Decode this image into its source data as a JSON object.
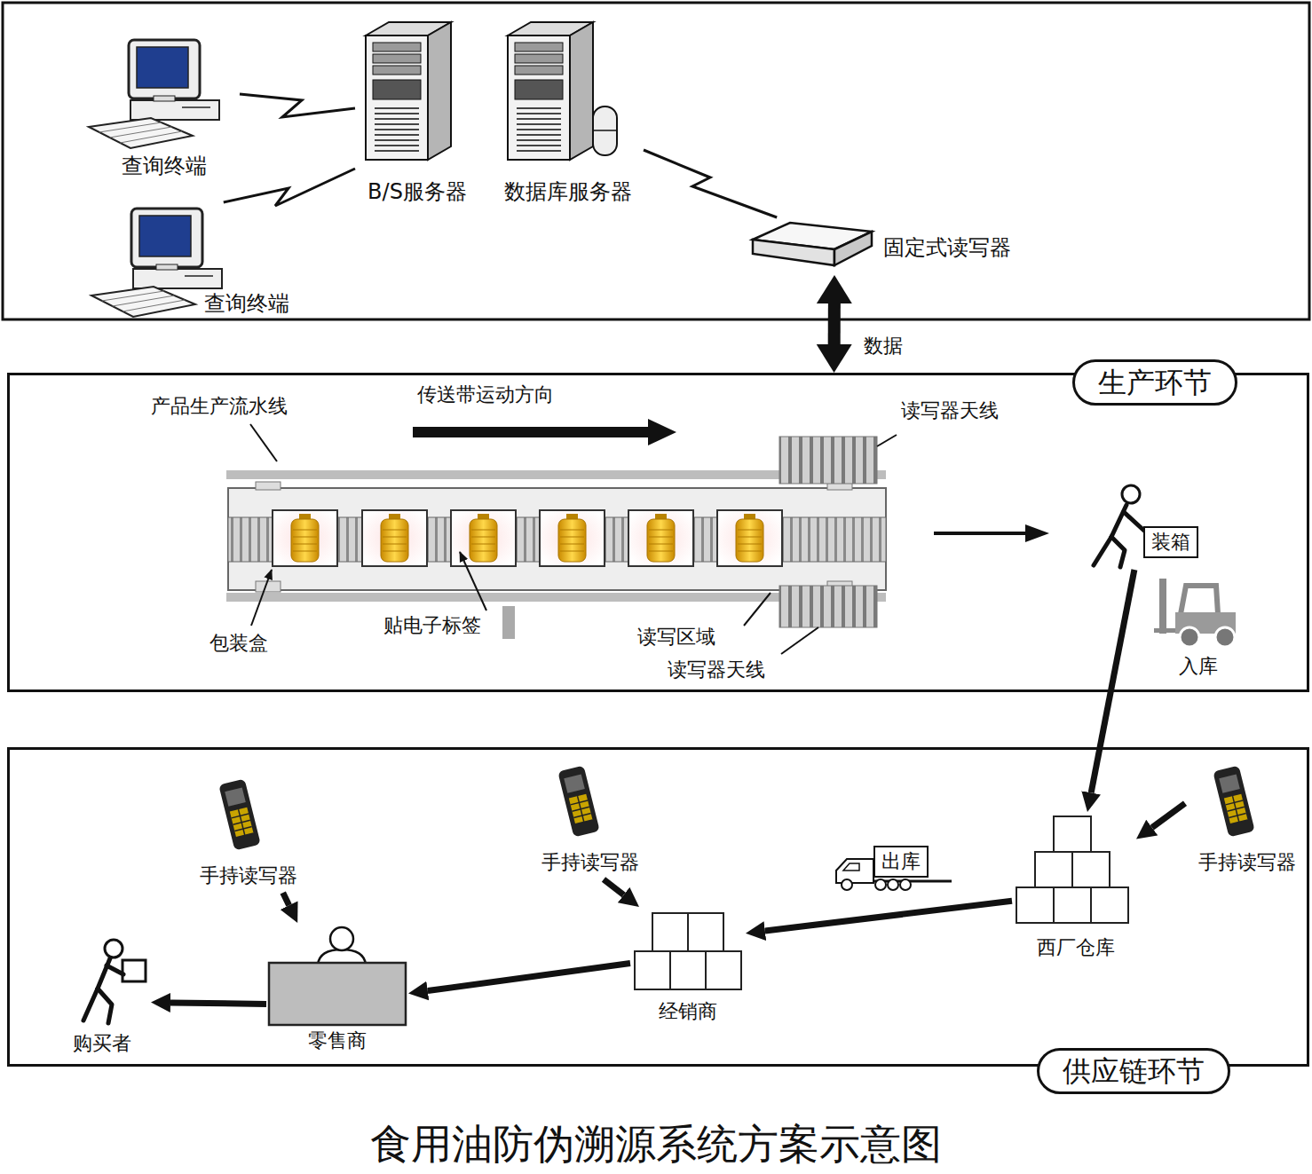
{
  "diagram": {
    "title": "食用油防伪溯源系统方案示意图",
    "nodes": [
      {
        "text": [
          "查询终端"
        ]
      },
      {
        "text": [
          "B/S服务器"
        ]
      },
      {
        "text": [
          "数据库服务器"
        ]
      },
      {
        "text": [
          "查询终端"
        ]
      },
      {
        "text": [
          "固定式读写器"
        ]
      },
      {
        "text": [
          "生产环节"
        ]
      },
      {
        "text": [
          "装箱"
        ],
        "in": 5
      },
      {
        "text": [
          "入库"
        ],
        "in": 5
      },
      {
        "text": [
          "供应链环节"
        ]
      },
      {
        "text": [
          "手持读写器"
        ],
        "in": 8
      },
      {
        "text": [
          "手持读写器"
        ],
        "in": 8
      },
      {
        "text": [
          "出库"
        ],
        "in": 8
      },
      {
        "text": [
          "手持读写器"
        ],
        "in": 8
      },
      {
        "text": [
          "西厂仓库"
        ],
        "in": 8
      },
      {
        "text": [
          "经销商"
        ],
        "in": 8
      },
      {
        "text": [
          "零售商"
        ],
        "in": 8
      },
      {
        "text": [
          "购买者"
        ],
        "in": 8
      }
    ],
    "edges": [
      {
        "from": 0,
        "to": 1,
        "arrow": "none"
      },
      {
        "from": 3,
        "to": 1,
        "arrow": "none"
      },
      {
        "from": 2,
        "to": 4,
        "arrow": "none"
      },
      {
        "from": 4,
        "to": 5,
        "label": "数据",
        "arrow": "both"
      },
      {
        "from": 6,
        "to": 13,
        "arrow": "to"
      },
      {
        "from": 12,
        "to": 13,
        "arrow": "to"
      },
      {
        "from": 13,
        "to": 14,
        "arrow": "to"
      },
      {
        "from": 10,
        "to": 14,
        "arrow": "to"
      },
      {
        "from": 14,
        "to": 15,
        "arrow": "to"
      },
      {
        "from": 9,
        "to": 15,
        "arrow": "to"
      },
      {
        "from": 15,
        "to": 16,
        "arrow": "to"
      }
    ],
    "labels": [
      "产品生产流水线",
      "传送带运动方向",
      "读写器天线",
      "包装盒",
      "贴电子标签",
      "读写区域",
      "读写器天线"
    ]
  }
}
